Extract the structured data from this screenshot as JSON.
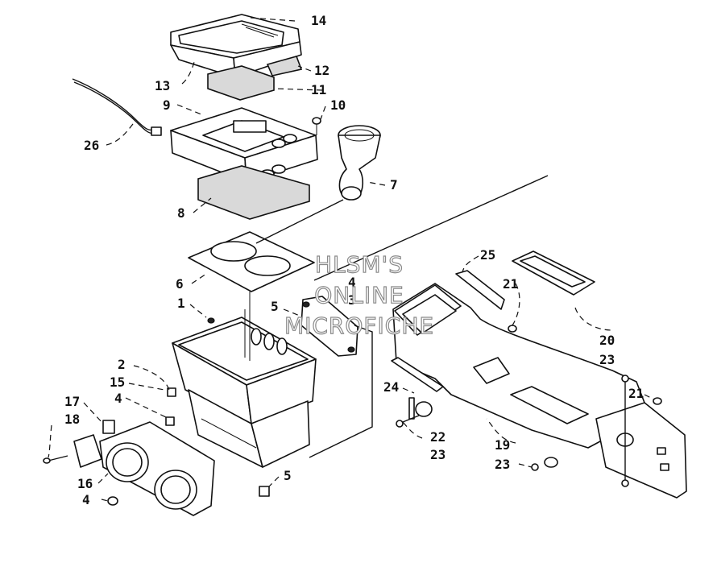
{
  "watermark": {
    "line1": "HLSM'S",
    "line2": "ONLINE",
    "line3": "MICROFICHE"
  },
  "callouts": {
    "c14": "14",
    "c13": "13",
    "c12": "12",
    "c11": "11",
    "c10": "10",
    "c9": "9",
    "c26": "26",
    "c7": "7",
    "c8": "8",
    "c6": "6",
    "c4a": "4",
    "c3": "3",
    "c5a": "5",
    "c1": "1",
    "c2": "2",
    "c15": "15",
    "c4b": "4",
    "c17": "17",
    "c18": "18",
    "c16": "16",
    "c4c": "4",
    "c5b": "5",
    "c25": "25",
    "c21a": "21",
    "c20": "20",
    "c23a": "23",
    "c21b": "21",
    "c24": "24",
    "c22": "22",
    "c23b": "23",
    "c19": "19",
    "c23c": "23"
  }
}
